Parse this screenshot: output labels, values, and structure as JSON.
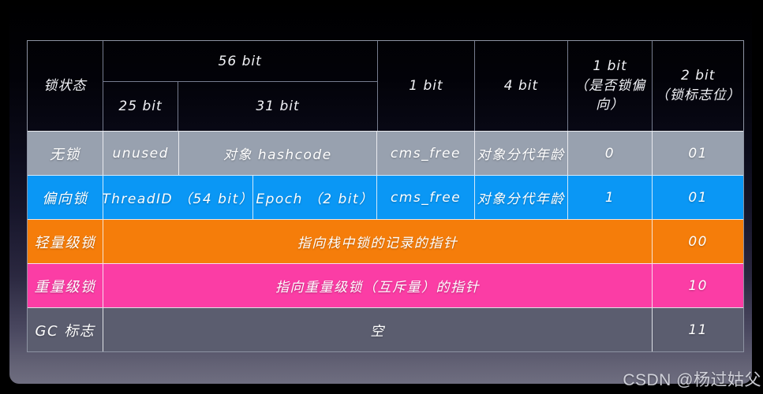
{
  "watermark": "CSDN @杨过姑父",
  "colors": {
    "row_no_lock_bg": "#98a1af",
    "row_biased_bg": "#0a97f5",
    "row_lightweight_bg": "#f57d0a",
    "row_heavyweight_bg": "#fb3da5",
    "row_gc_bg": "#5b5d6f",
    "text": "#ffffff"
  },
  "table": {
    "header": {
      "lock_state": "锁状态",
      "bits56": "56 bit",
      "bits25": "25 bit",
      "bits31": "31 bit",
      "bits1": "1 bit",
      "bits4": "4 bit",
      "bits1_bias_l1": "1 bit",
      "bits1_bias_l2": "（是否锁偏向）",
      "bits2_flag_l1": "2 bit",
      "bits2_flag_l2": "（锁标志位）"
    },
    "rows": [
      {
        "label": "无锁",
        "bg": "#98a1af",
        "cells": {
          "c1": "unused",
          "c2": "对象 hashcode",
          "c3": "cms_free",
          "c4": "对象分代年龄",
          "c5": "0",
          "c6": "01"
        }
      },
      {
        "label": "偏向锁",
        "bg": "#0a97f5",
        "cells": {
          "c1": "ThreadID （54 bit）",
          "c2": "Epoch （2 bit）",
          "c3": "cms_free",
          "c4": "对象分代年龄",
          "c5": "1",
          "c6": "01"
        }
      },
      {
        "label": "轻量级锁",
        "bg": "#f57d0a",
        "cells": {
          "span": "指向栈中锁的记录的指针",
          "c6": "00"
        }
      },
      {
        "label": "重量级锁",
        "bg": "#fb3da5",
        "cells": {
          "span": "指向重量级锁（互斥量）的指针",
          "c6": "10"
        }
      },
      {
        "label": "GC 标志",
        "bg": "#5b5d6f",
        "cells": {
          "span": "空",
          "c6": "11"
        }
      }
    ]
  }
}
